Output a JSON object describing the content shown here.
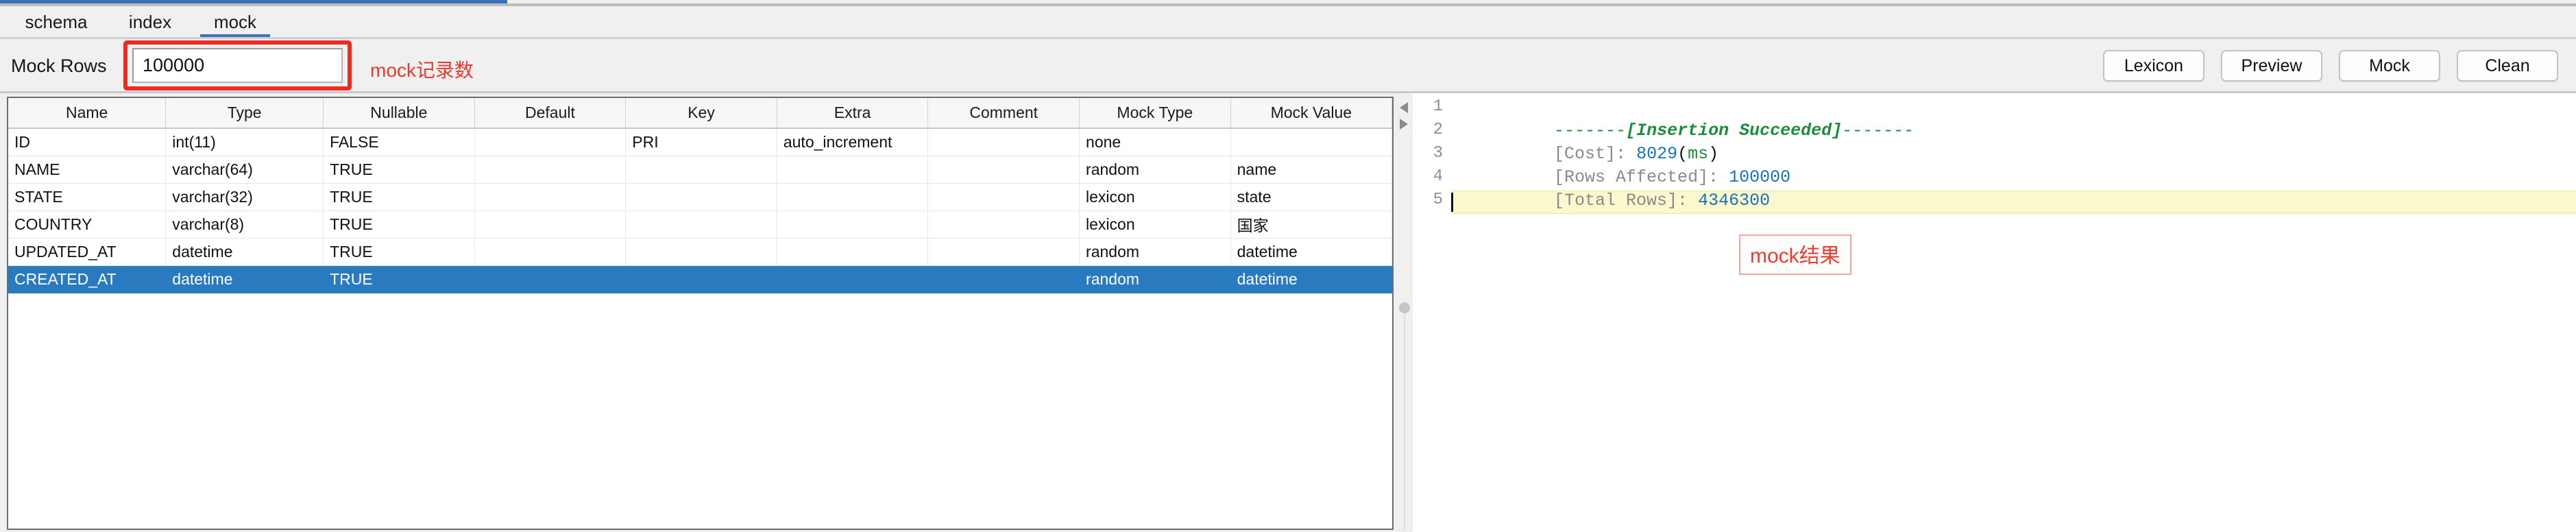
{
  "tabs": [
    {
      "label": "schema",
      "active": false
    },
    {
      "label": "index",
      "active": false
    },
    {
      "label": "mock",
      "active": true
    }
  ],
  "toolbar": {
    "mock_rows_label": "Mock Rows",
    "mock_rows_value": "100000",
    "mock_rows_placeholder": "",
    "annotation": "mock记录数",
    "buttons": [
      {
        "label": "Lexicon"
      },
      {
        "label": "Preview"
      },
      {
        "label": "Mock"
      },
      {
        "label": "Clean"
      }
    ]
  },
  "grid": {
    "columns": [
      "Name",
      "Type",
      "Nullable",
      "Default",
      "Key",
      "Extra",
      "Comment",
      "Mock Type",
      "Mock Value"
    ],
    "rows": [
      {
        "selected": false,
        "cells": [
          "ID",
          "int(11)",
          "FALSE",
          "",
          "PRI",
          "auto_increment",
          "",
          "none",
          ""
        ]
      },
      {
        "selected": false,
        "cells": [
          "NAME",
          "varchar(64)",
          "TRUE",
          "",
          "",
          "",
          "",
          "random",
          "name"
        ]
      },
      {
        "selected": false,
        "cells": [
          "STATE",
          "varchar(32)",
          "TRUE",
          "",
          "",
          "",
          "",
          "lexicon",
          "state"
        ]
      },
      {
        "selected": false,
        "cells": [
          "COUNTRY",
          "varchar(8)",
          "TRUE",
          "",
          "",
          "",
          "",
          "lexicon",
          "国家"
        ]
      },
      {
        "selected": false,
        "cells": [
          "UPDATED_AT",
          "datetime",
          "TRUE",
          "",
          "",
          "",
          "",
          "random",
          "datetime"
        ]
      },
      {
        "selected": true,
        "cells": [
          "CREATED_AT",
          "datetime",
          "TRUE",
          "",
          "",
          "",
          "",
          "random",
          "datetime"
        ]
      }
    ]
  },
  "console": {
    "line_numbers": [
      "1",
      "2",
      "3",
      "4",
      "5"
    ],
    "lines": [
      {
        "n": 1,
        "segments": [
          {
            "text": "-------",
            "cls": "tok-dash"
          },
          {
            "text": "[Insertion Succeeded]",
            "cls": "tok-title"
          },
          {
            "text": "-------",
            "cls": "tok-dash"
          }
        ]
      },
      {
        "n": 2,
        "segments": [
          {
            "text": "[Cost]: ",
            "cls": "tok-label"
          },
          {
            "text": "8029",
            "cls": "tok-num"
          },
          {
            "text": "(",
            "cls": "tok-paren"
          },
          {
            "text": "ms",
            "cls": "tok-unit"
          },
          {
            "text": ")",
            "cls": "tok-paren"
          }
        ]
      },
      {
        "n": 3,
        "segments": [
          {
            "text": "[Rows Affected]: ",
            "cls": "tok-label"
          },
          {
            "text": "100000",
            "cls": "tok-num"
          }
        ]
      },
      {
        "n": 4,
        "segments": [
          {
            "text": "[Total Rows]: ",
            "cls": "tok-label"
          },
          {
            "text": "4346300",
            "cls": "tok-num"
          }
        ]
      },
      {
        "n": 5,
        "segments": []
      }
    ],
    "annotation": "mock结果",
    "current_line": 5
  },
  "colors": {
    "accent_blue": "#3b72b9",
    "selection_blue": "#2a7ac0",
    "annotation_red": "#e8392c",
    "console_green": "#1c8d3a",
    "console_number": "#1a72b8",
    "current_line_highlight": "#fbf8cd"
  }
}
